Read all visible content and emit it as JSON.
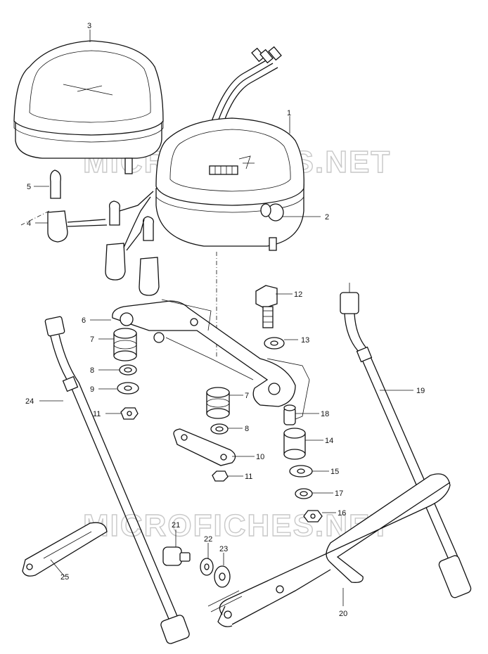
{
  "watermarks": [
    "MICROFICHES.NET",
    "MICROFICHES.NET"
  ],
  "part_numbers": {
    "p1": "1",
    "p2": "2",
    "p3": "3",
    "p4": "4",
    "p5": "5",
    "p6": "6",
    "p7a": "7",
    "p7b": "7",
    "p8a": "8",
    "p8b": "8",
    "p9": "9",
    "p10": "10",
    "p11a": "11",
    "p11b": "11",
    "p12": "12",
    "p13": "13",
    "p14": "14",
    "p15": "15",
    "p16": "16",
    "p17": "17",
    "p18": "18",
    "p19": "19",
    "p20": "20",
    "p21": "21",
    "p22": "22",
    "p23": "23",
    "p24": "24",
    "p25": "25"
  }
}
